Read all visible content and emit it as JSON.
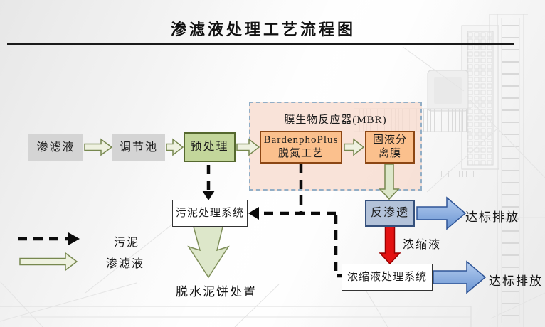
{
  "title": "渗滤液处理工艺流程图",
  "colors": {
    "gray_box": "#d4d4d4",
    "green_box": "#c3d69b",
    "peach_box": "#fbc08d",
    "blue_box": "#b3c2d9",
    "mbr_fill": "rgba(247,219,206,0.78)",
    "mbr_border": "#92aec6",
    "leachate_arrow": "#eef1e0",
    "green_arrow": "#dde7ca",
    "red_arrow": "#e31212",
    "blue_arrow_light": "#b6cef0",
    "blue_arrow_dark": "#6a94d2"
  },
  "nodes": {
    "leachate": "渗滤液",
    "regulation_tank": "调节池",
    "pretreatment": "预处理",
    "mbr": "膜生物反应器(MBR)",
    "bardenpho_line1": "BardenphoPlus",
    "bardenpho_line2": "脱氮工艺",
    "membrane_line1": "固液分",
    "membrane_line2": "离膜",
    "reverse_osmosis": "反渗透",
    "sludge_system": "污泥处理系统",
    "concentrate_system": "浓缩液处理系统",
    "discharge_top": "达标排放",
    "discharge_bottom": "达标排放",
    "concentrate_label": "浓缩液",
    "cake_disposal": "脱水泥饼处置"
  },
  "legend": {
    "sludge_label": "污泥",
    "leachate_label": "渗滤液"
  }
}
